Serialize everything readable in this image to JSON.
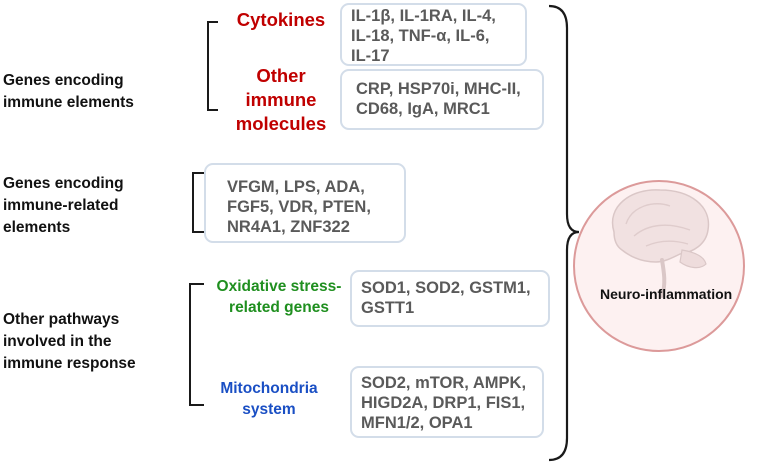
{
  "groups": {
    "immune": {
      "label": "Genes encoding\nimmune elements"
    },
    "immune_related": {
      "label": "Genes encoding\nimmune-related\nelements"
    },
    "other_pathways": {
      "label": "Other pathways\ninvolved in the\nimmune response"
    }
  },
  "categories": {
    "cytokines": {
      "label": "Cytokines",
      "color": "#c00000",
      "genes": "IL-1β, IL-1RA, IL-4,\nIL-18, TNF-α, IL-6,\nIL-17"
    },
    "other_immune": {
      "label": "Other\nimmune\nmolecules",
      "color": "#c00000",
      "genes": "CRP,  HSP70i, MHC-II,\nCD68, IgA, MRC1"
    },
    "immune_related": {
      "genes": "VFGM, LPS, ADA,\nFGF5, VDR, PTEN,\nNR4A1, ZNF322"
    },
    "oxidative": {
      "label": "Oxidative stress-\nrelated genes",
      "color": "#1f8f1f",
      "genes": "SOD1, SOD2, GSTM1,\nGSTT1"
    },
    "mitochondria": {
      "label": "Mitochondria\nsystem",
      "color": "#1a4fc4",
      "genes": "SOD2, mTOR, AMPK,\nHIGD2A, DRP1, FIS1,\nMFN1/2, OPA1"
    }
  },
  "outcome": {
    "label": "Neuro-inflammation"
  }
}
